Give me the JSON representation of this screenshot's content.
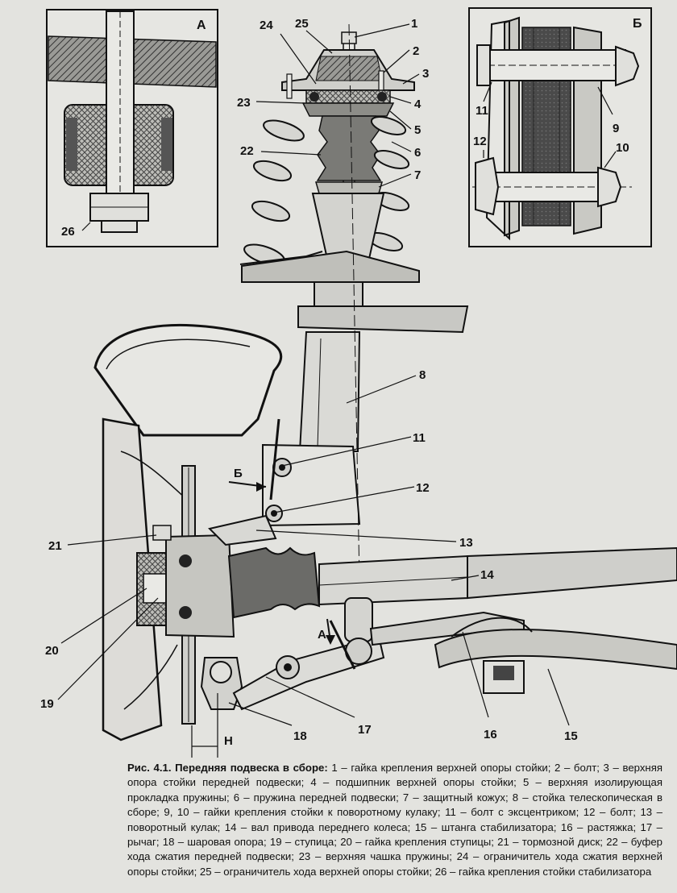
{
  "figure": {
    "inset_a_letter": "А",
    "inset_b_letter": "Б",
    "view_a_marker": "А",
    "view_b_marker": "Б",
    "dimension_letter": "H",
    "callouts": [
      {
        "id": "1",
        "text": "1"
      },
      {
        "id": "2",
        "text": "2"
      },
      {
        "id": "3",
        "text": "3"
      },
      {
        "id": "4",
        "text": "4"
      },
      {
        "id": "5",
        "text": "5"
      },
      {
        "id": "6",
        "text": "6"
      },
      {
        "id": "7",
        "text": "7"
      },
      {
        "id": "8",
        "text": "8"
      },
      {
        "id": "9",
        "text": "9"
      },
      {
        "id": "10",
        "text": "10"
      },
      {
        "id": "11",
        "text": "11"
      },
      {
        "id": "11b",
        "text": "11"
      },
      {
        "id": "12",
        "text": "12"
      },
      {
        "id": "12b",
        "text": "12"
      },
      {
        "id": "13",
        "text": "13"
      },
      {
        "id": "14",
        "text": "14"
      },
      {
        "id": "15",
        "text": "15"
      },
      {
        "id": "16",
        "text": "16"
      },
      {
        "id": "17",
        "text": "17"
      },
      {
        "id": "18",
        "text": "18"
      },
      {
        "id": "19",
        "text": "19"
      },
      {
        "id": "20",
        "text": "20"
      },
      {
        "id": "21",
        "text": "21"
      },
      {
        "id": "22",
        "text": "22"
      },
      {
        "id": "23",
        "text": "23"
      },
      {
        "id": "24",
        "text": "24"
      },
      {
        "id": "25",
        "text": "25"
      },
      {
        "id": "26",
        "text": "26"
      }
    ]
  },
  "caption": {
    "title": "Рис. 4.1. Передняя подвеска в сборе:",
    "body": " 1 – гайка крепления верхней опоры стойки; 2 – болт; 3 – верхняя опора стойки передней подвески; 4 – подшипник верхней опоры стойки; 5 – верхняя изолирующая прокладка пружины; 6 – пружина передней подвески; 7 – защитный кожух; 8 – стойка телескопическая в сборе; 9, 10 – гайки крепления стойки к поворотному кулаку; 11 – болт с эксцентриком; 12 – болт; 13 – поворотный кулак; 14 – вал привода переднего колеса; 15 – штанга стабилизатора; 16 – растяжка; 17 – рычаг; 18 – шаровая опора; 19 – ступица; 20 – гайка крепления ступицы; 21 – тормозной диск; 22 – буфер хода сжатия передней подвески; 23 – верхняя чашка пружины; 24 – ограничитель хода сжатия верхней опоры стойки; 25 – ограничитель хода верхней опоры стойки; 26 – гайка крепления стойки стабилизатора"
  },
  "colors": {
    "paper": "#e3e3df",
    "ink": "#111111",
    "steel": "#cfcfcb",
    "rubber": "#585858"
  }
}
